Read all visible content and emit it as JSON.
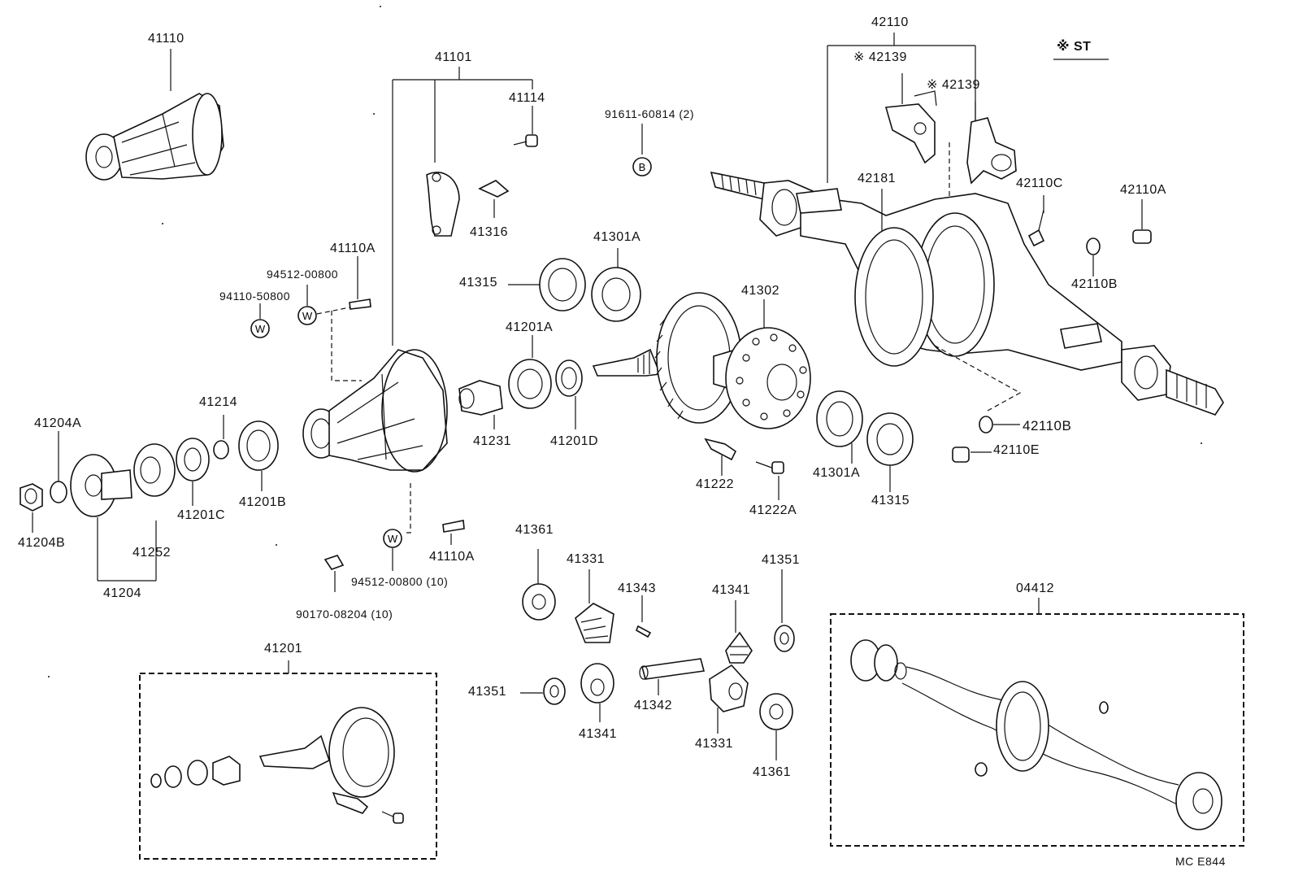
{
  "diagram": {
    "labels": {
      "p41110": "41110",
      "p41101": "41101",
      "p41114": "41114",
      "p91611": "91611-60814 (2)",
      "p42110": "42110",
      "p42139a": "※  42139",
      "p42139b": "※  42139",
      "st": "※ ST",
      "p41316": "41316",
      "p41301A_top": "41301A",
      "p41315_top": "41315",
      "p41201A": "41201A",
      "p41110A_top": "41110A",
      "p94512_top": "94512-00800",
      "p94110": "94110-50800",
      "p42181": "42181",
      "p42110C": "42110C",
      "p42110A": "42110A",
      "p42110B_top": "42110B",
      "p41302": "41302",
      "p41214": "41214",
      "p41204A": "41204A",
      "p41231": "41231",
      "p41201D": "41201D",
      "p42110B_mid": "42110B",
      "p42110E": "42110E",
      "p41222": "41222",
      "p41222A": "41222A",
      "p41301A_bot": "41301A",
      "p41315_bot": "41315",
      "p41201C": "41201C",
      "p41201B": "41201B",
      "p41204B": "41204B",
      "p41252": "41252",
      "p41204": "41204",
      "p41110A_bot": "41110A",
      "p94512_bot": "94512-00800 (10)",
      "p90170": "90170-08204 (10)",
      "p41361_top": "41361",
      "p41331_top": "41331",
      "p41343": "41343",
      "p41341_right": "41341",
      "p41351_right": "41351",
      "p41351_left": "41351",
      "p41341_bot": "41341",
      "p41342": "41342",
      "p41331_bot": "41331",
      "p41361_bot": "41361",
      "p41201": "41201",
      "p04412": "04412",
      "code": "MC  E844"
    },
    "symbols": {
      "w": "W",
      "b": "B"
    }
  }
}
